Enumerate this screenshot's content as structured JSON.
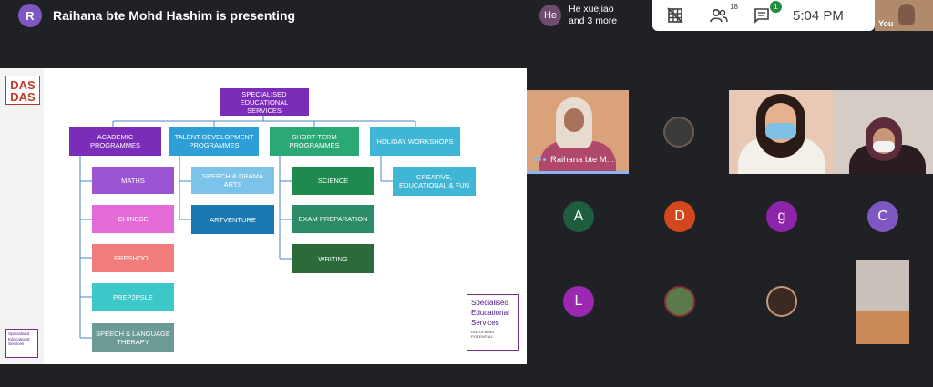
{
  "presenter": {
    "initial": "R",
    "text": "Raihana bte Mohd Hashim is presenting"
  },
  "others": {
    "initials": "He",
    "line1": "He xuejiao",
    "line2": "and 3 more"
  },
  "controls": {
    "people_count": "18",
    "chat_count": "1",
    "time": "5:04 PM"
  },
  "self": {
    "label": "You"
  },
  "slide": {
    "das_logo": "DAS DAS",
    "root": "SPECIALISED EDUCATIONAL SERVICES",
    "categories": [
      "ACADEMIC PROGRAMMES",
      "TALENT DEVELOPMENT PROGRAMMES",
      "SHORT-TERM PROGRAMMES",
      "HOLIDAY WORKSHOPS"
    ],
    "academic": [
      "MATHS",
      "CHINESE",
      "PRESHOOL",
      "PREP2PSLE",
      "SPEECH & LANGUAGE THERAPY"
    ],
    "talent": [
      "SPEECH & DRAMA ARTS",
      "ARTVENTURE"
    ],
    "short_term": [
      "SCIENCE",
      "EXAM PREPARATION",
      "WRITING"
    ],
    "holiday": [
      "CREATIVE, EDUCATIONAL & FUN"
    ],
    "logo_lines": [
      "Specialised",
      "Educational",
      "Services"
    ],
    "logo_tagline": "UNLOCKING POTENTIAL",
    "small_logo_lines": [
      "Specialised",
      "Educational",
      "Services"
    ]
  },
  "tiles": {
    "raihana_label": "Raihana bte M...",
    "letters": [
      "A",
      "D",
      "g",
      "C",
      "L"
    ]
  },
  "colors": {
    "root": "#7b2cb8",
    "academic_head": "#7b2cb8",
    "talent_head": "#2e9fd6",
    "short_head": "#2aa876",
    "holiday_head": "#3fb6d6"
  }
}
